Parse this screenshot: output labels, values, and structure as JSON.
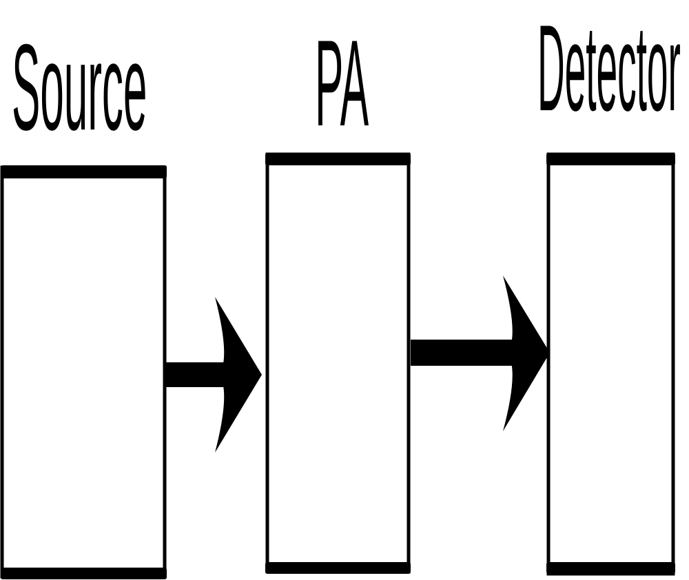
{
  "diagram": {
    "ink_color": "#000000",
    "background_color": "#ffffff",
    "blocks": [
      {
        "id": "source",
        "label": "Source"
      },
      {
        "id": "pa",
        "label": "PA"
      },
      {
        "id": "detector",
        "label": "Detector"
      }
    ],
    "arrows": [
      {
        "from": "source",
        "to": "pa"
      },
      {
        "from": "pa",
        "to": "detector"
      }
    ]
  }
}
